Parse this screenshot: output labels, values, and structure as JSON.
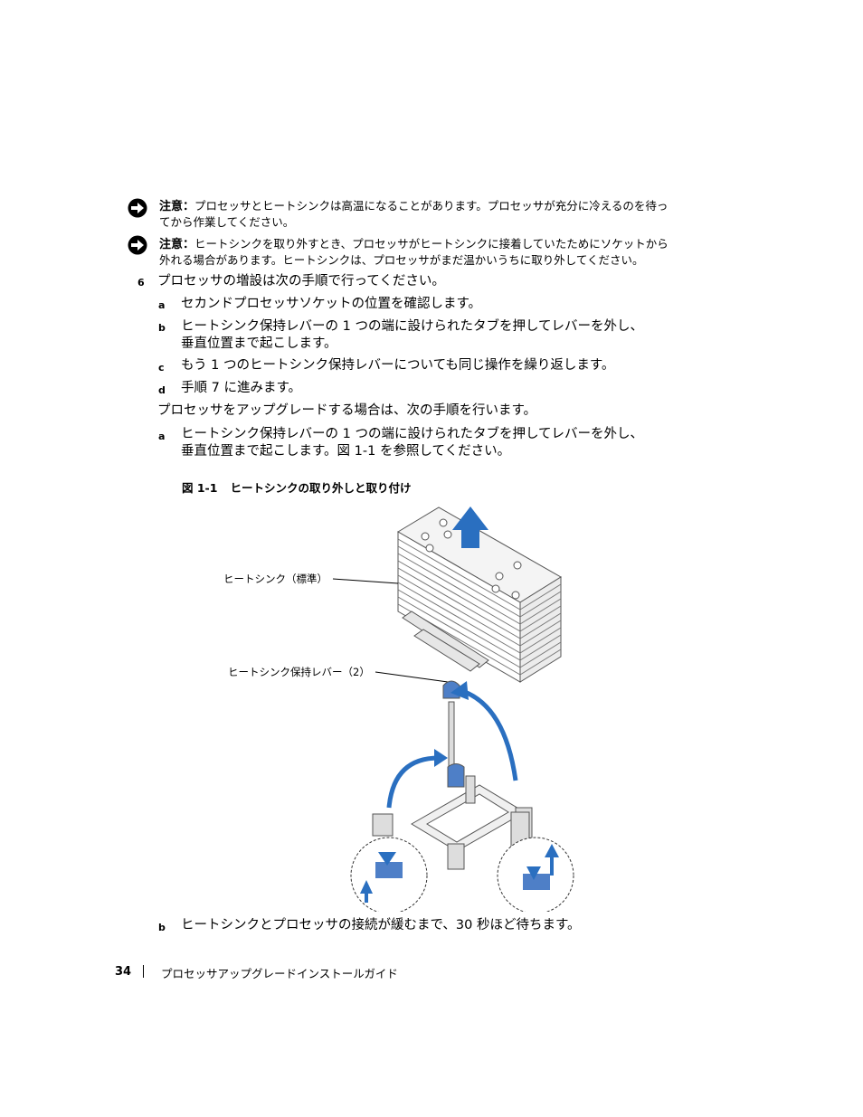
{
  "notices": [
    {
      "label": "注意：",
      "line1": "プロセッサとヒートシンクは高温になることがあります。プロセッサが充分に冷えるのを待っ",
      "line2": "てから作業してください。"
    },
    {
      "label": "注意：",
      "line1": "ヒートシンクを取り外すとき、プロセッサがヒートシンクに接着していたためにソケットから",
      "line2": "外れる場合があります。ヒートシンクは、プロセッサがまだ温かいうちに取り外してください。"
    }
  ],
  "step6": {
    "marker": "6",
    "text": "プロセッサの増設は次の手順で行ってください。",
    "substeps": [
      {
        "marker": "a",
        "line1": "セカンドプロセッサソケットの位置を確認します。"
      },
      {
        "marker": "b",
        "line1": "ヒートシンク保持レバーの 1 つの端に設けられたタブを押してレバーを外し、",
        "line2": "垂直位置まで起こします。"
      },
      {
        "marker": "c",
        "line1": "もう 1 つのヒートシンク保持レバーについても同じ操作を繰り返します。"
      },
      {
        "marker": "d",
        "line1": "手順 7 に進みます。"
      }
    ]
  },
  "upgrade": {
    "text": "プロセッサをアップグレードする場合は、次の手順を行います。",
    "substeps": [
      {
        "marker": "a",
        "line1": "ヒートシンク保持レバーの 1 つの端に設けられたタブを押してレバーを外し、",
        "line2": "垂直位置まで起こします。図 1-1 を参照してください。"
      }
    ]
  },
  "figure": {
    "number": "図 1-1",
    "title": "ヒートシンクの取り外しと取り付け",
    "callout_heatsink": "ヒートシンク（標準）",
    "callout_lever": "ヒートシンク保持レバー（2）"
  },
  "after_figure": {
    "marker": "b",
    "text": "ヒートシンクとプロセッサの接続が緩むまで、30 秒ほど待ちます。"
  },
  "footer": {
    "page_number": "34",
    "title": "プロセッサアップグレードインストールガイド"
  },
  "colors": {
    "accent_blue": "#2f6db5",
    "arrow_blue": "#2a6fc0"
  }
}
